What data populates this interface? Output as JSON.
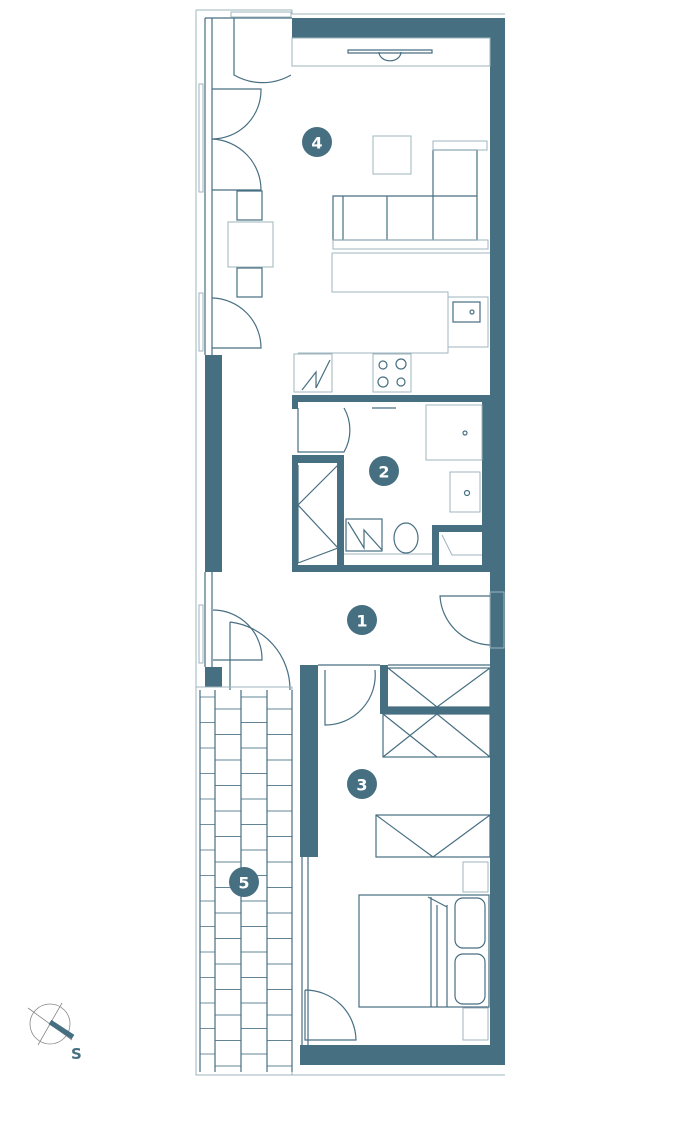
{
  "plan": {
    "rooms": [
      {
        "number": "1"
      },
      {
        "number": "2"
      },
      {
        "number": "3"
      },
      {
        "number": "4"
      },
      {
        "number": "5"
      }
    ],
    "compass": {
      "label": "S",
      "icon": "compass-icon"
    }
  },
  "colors": {
    "wall": "#476f82",
    "background": "#ffffff",
    "thin_line": "#9fb4bf"
  }
}
